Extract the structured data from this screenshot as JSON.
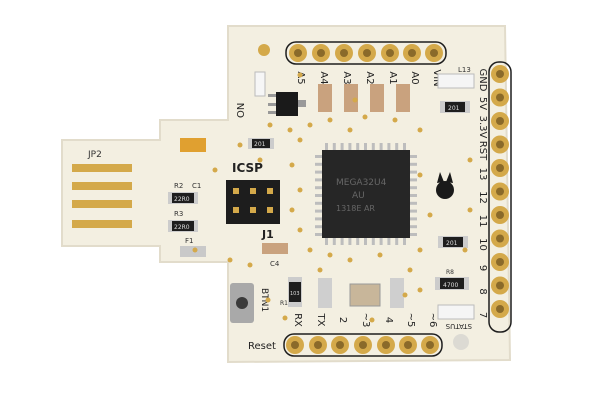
{
  "board": {
    "colors": {
      "board": "#f3efe1",
      "gold": "#d4a94a",
      "chip": "#262626",
      "resistor": "#1e1e1e",
      "capacitor": "#c9a27e"
    },
    "top_pin_labels": [
      "A5",
      "A4",
      "A3",
      "A2",
      "A1",
      "A0",
      "VIN"
    ],
    "right_pin_labels": [
      "GND",
      "5V",
      "3.3V",
      "RST",
      "13",
      "12",
      "11",
      "10",
      "9",
      "8",
      "7"
    ],
    "bottom_pin_labels": [
      "RX",
      "TX",
      "2",
      "~3",
      "4",
      "~5",
      "~6"
    ],
    "labels": {
      "usb": "JP2",
      "icsp": "ICSP",
      "j1": "J1",
      "button": "BTN1",
      "reset": "Reset",
      "status": "STATUS",
      "on": "ON",
      "led13": "L13",
      "r2": "R2",
      "r3": "R3",
      "c1": "C1",
      "f1": "F1",
      "c4": "C4",
      "r1": "R1",
      "r8": "R8"
    },
    "component_markings": {
      "r2_value": "22R0",
      "r3_value": "22R0",
      "resistor_201a": "201",
      "resistor_201b": "201",
      "resistor_201c": "201",
      "r8_value": "4700",
      "r1_value": "103",
      "chip_line1": "MEGA32U4",
      "chip_line2": "AU",
      "chip_line3": "1318E AR"
    }
  }
}
